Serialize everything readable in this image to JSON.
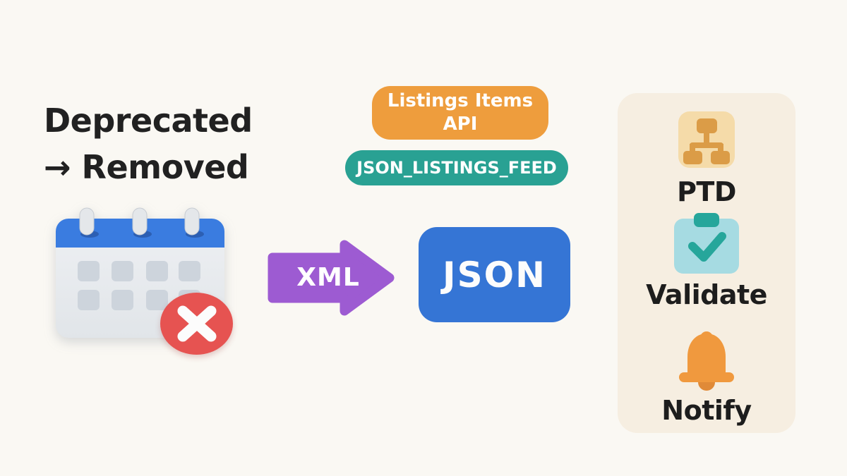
{
  "headline": {
    "line1": "Deprecated",
    "line2": "→ Removed"
  },
  "badges": {
    "api": {
      "line1": "Listings Items",
      "line2": "API",
      "color": "#ee9d3d"
    },
    "feed": {
      "label": "JSON_LISTINGS_FEED",
      "color": "#29a193"
    }
  },
  "conversion": {
    "source_label": "XML",
    "target_label": "JSON",
    "arrow_color": "#9d5bd2",
    "target_color": "#3575d5"
  },
  "calendar": {
    "icon": "calendar-deprecated-icon",
    "header_color": "#3a7ce0",
    "body_color": "#e9ecef",
    "cell_color": "#cdd4dc",
    "badge_color": "#e65351"
  },
  "panel": {
    "background": "#f6eee1",
    "items": [
      {
        "icon": "sitemap-icon",
        "label": "PTD",
        "icon_colors": [
          "#f5dba9",
          "#db9c47"
        ]
      },
      {
        "icon": "clipboard-check-icon",
        "label": "Validate",
        "icon_colors": [
          "#a6dbe2",
          "#26a69b"
        ]
      },
      {
        "icon": "bell-icon",
        "label": "Notify",
        "icon_colors": [
          "#f0993e",
          "#e08a38"
        ]
      }
    ]
  }
}
